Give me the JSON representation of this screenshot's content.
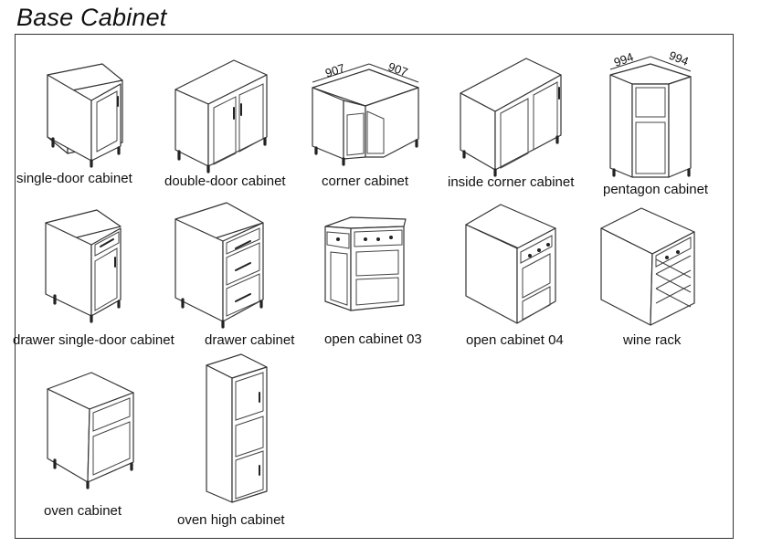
{
  "title": "Base Cabinet",
  "items": [
    {
      "label": "single-door cabinet"
    },
    {
      "label": "double-door cabinet"
    },
    {
      "label": "corner cabinet",
      "dims": [
        "907",
        "907"
      ]
    },
    {
      "label": "inside corner cabinet"
    },
    {
      "label": "pentagon cabinet",
      "dims": [
        "994",
        "994"
      ]
    },
    {
      "label": "drawer single-door cabinet"
    },
    {
      "label": "drawer cabinet"
    },
    {
      "label": "open cabinet 03"
    },
    {
      "label": "open cabinet 04"
    },
    {
      "label": "wine rack"
    },
    {
      "label": "oven cabinet"
    },
    {
      "label": "oven high cabinet"
    }
  ]
}
